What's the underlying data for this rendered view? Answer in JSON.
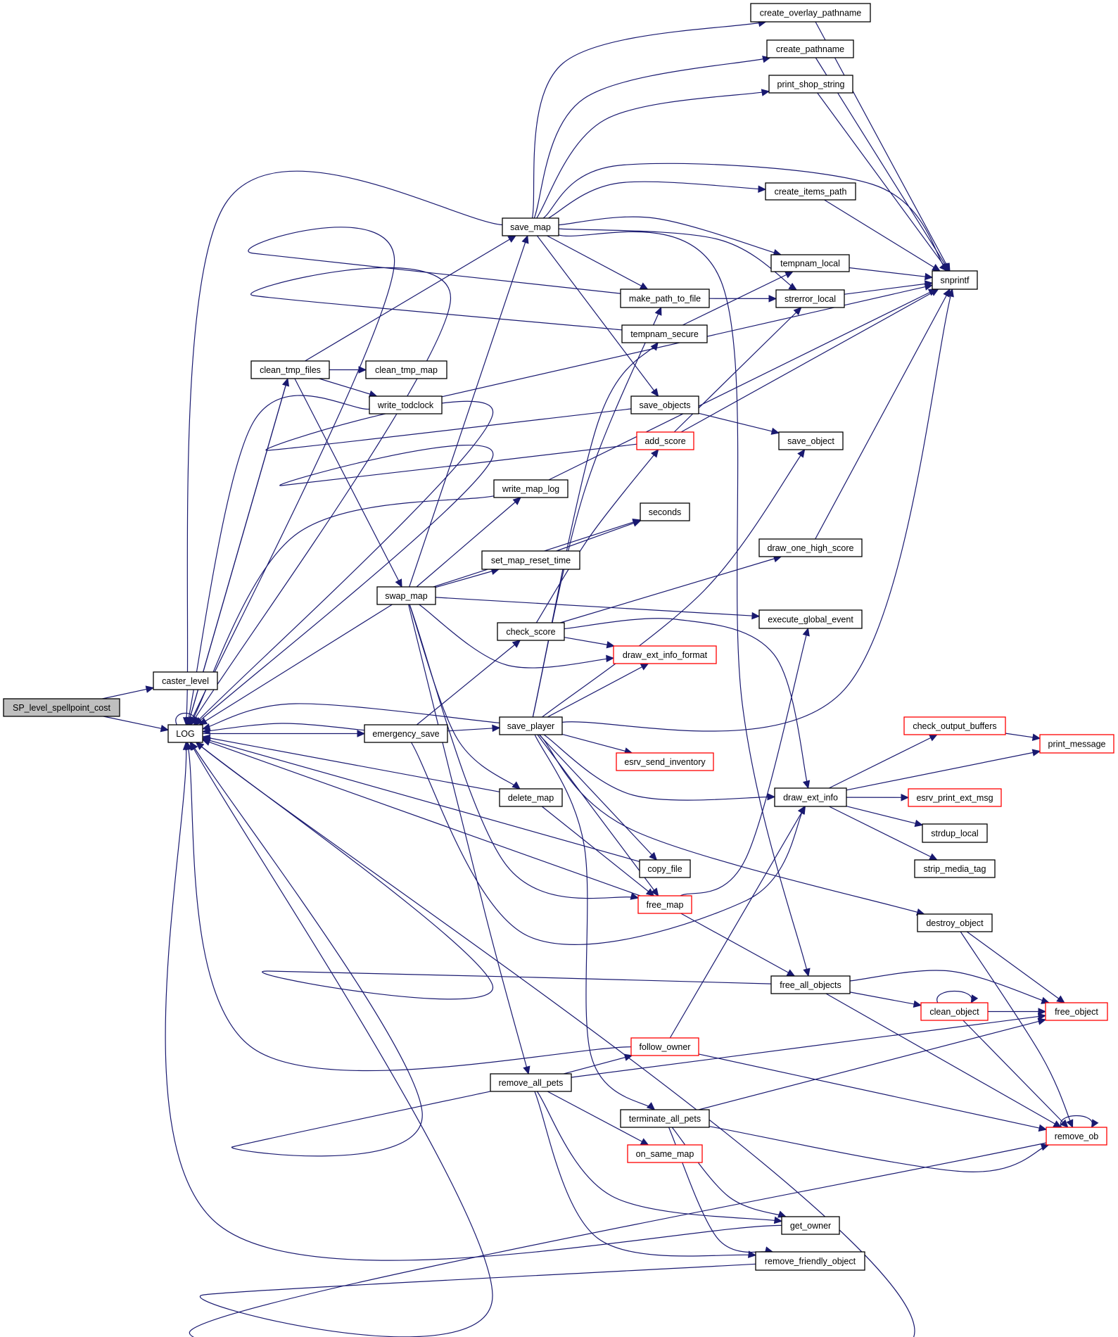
{
  "diagram": {
    "type": "call-graph",
    "root": "SP_level_spellpoint_cost",
    "colors": {
      "edge": "#191970",
      "truncated_border": "#ff0000",
      "normal_border": "#000000",
      "root_fill": "#bfbfbf"
    },
    "nodes": [
      {
        "id": "SP_level_spellpoint_cost",
        "label": "SP_level_spellpoint_cost",
        "style": "root"
      },
      {
        "id": "caster_level",
        "label": "caster_level",
        "style": "normal"
      },
      {
        "id": "LOG",
        "label": "LOG",
        "style": "normal"
      },
      {
        "id": "save_map",
        "label": "save_map",
        "style": "normal"
      },
      {
        "id": "clean_tmp_files",
        "label": "clean_tmp_files",
        "style": "normal"
      },
      {
        "id": "clean_tmp_map",
        "label": "clean_tmp_map",
        "style": "normal"
      },
      {
        "id": "write_todclock",
        "label": "write_todclock",
        "style": "normal"
      },
      {
        "id": "swap_map",
        "label": "swap_map",
        "style": "normal"
      },
      {
        "id": "emergency_save",
        "label": "emergency_save",
        "style": "normal"
      },
      {
        "id": "create_overlay_pathname",
        "label": "create_overlay_pathname",
        "style": "normal"
      },
      {
        "id": "create_pathname",
        "label": "create_pathname",
        "style": "normal"
      },
      {
        "id": "print_shop_string",
        "label": "print_shop_string",
        "style": "normal"
      },
      {
        "id": "create_items_path",
        "label": "create_items_path",
        "style": "normal"
      },
      {
        "id": "tempnam_local",
        "label": "tempnam_local",
        "style": "normal"
      },
      {
        "id": "strerror_local",
        "label": "strerror_local",
        "style": "normal"
      },
      {
        "id": "snprintf",
        "label": "snprintf",
        "style": "normal"
      },
      {
        "id": "make_path_to_file",
        "label": "make_path_to_file",
        "style": "normal"
      },
      {
        "id": "tempnam_secure",
        "label": "tempnam_secure",
        "style": "normal"
      },
      {
        "id": "save_objects",
        "label": "save_objects",
        "style": "normal"
      },
      {
        "id": "add_score",
        "label": "add_score",
        "style": "truncated"
      },
      {
        "id": "save_object",
        "label": "save_object",
        "style": "normal"
      },
      {
        "id": "write_map_log",
        "label": "write_map_log",
        "style": "normal"
      },
      {
        "id": "seconds",
        "label": "seconds",
        "style": "normal"
      },
      {
        "id": "set_map_reset_time",
        "label": "set_map_reset_time",
        "style": "normal"
      },
      {
        "id": "draw_one_high_score",
        "label": "draw_one_high_score",
        "style": "normal"
      },
      {
        "id": "execute_global_event",
        "label": "execute_global_event",
        "style": "normal"
      },
      {
        "id": "check_score",
        "label": "check_score",
        "style": "normal"
      },
      {
        "id": "draw_ext_info_format",
        "label": "draw_ext_info_format",
        "style": "truncated"
      },
      {
        "id": "save_player",
        "label": "save_player",
        "style": "normal"
      },
      {
        "id": "esrv_send_inventory",
        "label": "esrv_send_inventory",
        "style": "truncated"
      },
      {
        "id": "delete_map",
        "label": "delete_map",
        "style": "normal"
      },
      {
        "id": "check_output_buffers",
        "label": "check_output_buffers",
        "style": "truncated"
      },
      {
        "id": "print_message",
        "label": "print_message",
        "style": "truncated"
      },
      {
        "id": "draw_ext_info",
        "label": "draw_ext_info",
        "style": "normal"
      },
      {
        "id": "esrv_print_ext_msg",
        "label": "esrv_print_ext_msg",
        "style": "truncated"
      },
      {
        "id": "strdup_local",
        "label": "strdup_local",
        "style": "normal"
      },
      {
        "id": "strip_media_tag",
        "label": "strip_media_tag",
        "style": "normal"
      },
      {
        "id": "copy_file",
        "label": "copy_file",
        "style": "normal"
      },
      {
        "id": "free_map",
        "label": "free_map",
        "style": "truncated"
      },
      {
        "id": "destroy_object",
        "label": "destroy_object",
        "style": "normal"
      },
      {
        "id": "free_all_objects",
        "label": "free_all_objects",
        "style": "normal"
      },
      {
        "id": "clean_object",
        "label": "clean_object",
        "style": "truncated"
      },
      {
        "id": "free_object",
        "label": "free_object",
        "style": "truncated"
      },
      {
        "id": "follow_owner",
        "label": "follow_owner",
        "style": "truncated"
      },
      {
        "id": "remove_all_pets",
        "label": "remove_all_pets",
        "style": "normal"
      },
      {
        "id": "terminate_all_pets",
        "label": "terminate_all_pets",
        "style": "normal"
      },
      {
        "id": "remove_ob",
        "label": "remove_ob",
        "style": "truncated"
      },
      {
        "id": "on_same_map",
        "label": "on_same_map",
        "style": "truncated"
      },
      {
        "id": "get_owner",
        "label": "get_owner",
        "style": "normal"
      },
      {
        "id": "remove_friendly_object",
        "label": "remove_friendly_object",
        "style": "normal"
      }
    ],
    "edges": [
      [
        "SP_level_spellpoint_cost",
        "caster_level"
      ],
      [
        "SP_level_spellpoint_cost",
        "LOG"
      ],
      [
        "LOG",
        "LOG"
      ],
      [
        "LOG",
        "clean_tmp_files"
      ],
      [
        "LOG",
        "emergency_save"
      ],
      [
        "clean_tmp_files",
        "clean_tmp_map"
      ],
      [
        "clean_tmp_files",
        "write_todclock"
      ],
      [
        "clean_tmp_files",
        "save_map"
      ],
      [
        "clean_tmp_files",
        "swap_map"
      ],
      [
        "clean_tmp_files",
        "LOG"
      ],
      [
        "write_todclock",
        "snprintf"
      ],
      [
        "write_todclock",
        "LOG"
      ],
      [
        "save_map",
        "create_overlay_pathname"
      ],
      [
        "save_map",
        "create_pathname"
      ],
      [
        "save_map",
        "print_shop_string"
      ],
      [
        "save_map",
        "create_items_path"
      ],
      [
        "save_map",
        "snprintf"
      ],
      [
        "save_map",
        "tempnam_local"
      ],
      [
        "save_map",
        "strerror_local"
      ],
      [
        "save_map",
        "make_path_to_file"
      ],
      [
        "save_map",
        "save_objects"
      ],
      [
        "save_map",
        "free_all_objects"
      ],
      [
        "save_map",
        "LOG"
      ],
      [
        "create_overlay_pathname",
        "snprintf"
      ],
      [
        "create_pathname",
        "snprintf"
      ],
      [
        "print_shop_string",
        "snprintf"
      ],
      [
        "create_items_path",
        "snprintf"
      ],
      [
        "tempnam_local",
        "snprintf"
      ],
      [
        "strerror_local",
        "snprintf"
      ],
      [
        "make_path_to_file",
        "strerror_local"
      ],
      [
        "make_path_to_file",
        "LOG"
      ],
      [
        "tempnam_secure",
        "tempnam_local"
      ],
      [
        "tempnam_secure",
        "LOG"
      ],
      [
        "save_objects",
        "save_object"
      ],
      [
        "save_objects",
        "LOG"
      ],
      [
        "add_score",
        "snprintf"
      ],
      [
        "add_score",
        "strerror_local"
      ],
      [
        "add_score",
        "LOG"
      ],
      [
        "write_map_log",
        "snprintf"
      ],
      [
        "write_map_log",
        "LOG"
      ],
      [
        "set_map_reset_time",
        "seconds"
      ],
      [
        "draw_one_high_score",
        "snprintf"
      ],
      [
        "swap_map",
        "save_map"
      ],
      [
        "swap_map",
        "write_map_log"
      ],
      [
        "swap_map",
        "seconds"
      ],
      [
        "swap_map",
        "set_map_reset_time"
      ],
      [
        "swap_map",
        "execute_global_event"
      ],
      [
        "swap_map",
        "draw_ext_info_format"
      ],
      [
        "swap_map",
        "delete_map"
      ],
      [
        "swap_map",
        "remove_all_pets"
      ],
      [
        "swap_map",
        "free_map"
      ],
      [
        "swap_map",
        "LOG"
      ],
      [
        "check_score",
        "add_score"
      ],
      [
        "check_score",
        "draw_one_high_score"
      ],
      [
        "check_score",
        "draw_ext_info_format"
      ],
      [
        "check_score",
        "draw_ext_info"
      ],
      [
        "emergency_save",
        "check_score"
      ],
      [
        "emergency_save",
        "save_player"
      ],
      [
        "emergency_save",
        "draw_ext_info"
      ],
      [
        "emergency_save",
        "LOG"
      ],
      [
        "save_player",
        "make_path_to_file"
      ],
      [
        "save_player",
        "tempnam_secure"
      ],
      [
        "save_player",
        "save_object"
      ],
      [
        "save_player",
        "snprintf"
      ],
      [
        "save_player",
        "draw_ext_info_format"
      ],
      [
        "save_player",
        "esrv_send_inventory"
      ],
      [
        "save_player",
        "draw_ext_info"
      ],
      [
        "save_player",
        "copy_file"
      ],
      [
        "save_player",
        "free_map"
      ],
      [
        "save_player",
        "destroy_object"
      ],
      [
        "save_player",
        "terminate_all_pets"
      ],
      [
        "save_player",
        "LOG"
      ],
      [
        "delete_map",
        "free_map"
      ],
      [
        "delete_map",
        "LOG"
      ],
      [
        "draw_ext_info",
        "check_output_buffers"
      ],
      [
        "draw_ext_info",
        "print_message"
      ],
      [
        "draw_ext_info",
        "esrv_print_ext_msg"
      ],
      [
        "draw_ext_info",
        "strdup_local"
      ],
      [
        "draw_ext_info",
        "strip_media_tag"
      ],
      [
        "check_output_buffers",
        "print_message"
      ],
      [
        "copy_file",
        "LOG"
      ],
      [
        "free_map",
        "execute_global_event"
      ],
      [
        "free_map",
        "free_all_objects"
      ],
      [
        "free_map",
        "LOG"
      ],
      [
        "destroy_object",
        "free_object"
      ],
      [
        "destroy_object",
        "remove_ob"
      ],
      [
        "free_all_objects",
        "clean_object"
      ],
      [
        "free_all_objects",
        "free_object"
      ],
      [
        "free_all_objects",
        "remove_ob"
      ],
      [
        "free_all_objects",
        "LOG"
      ],
      [
        "clean_object",
        "clean_object"
      ],
      [
        "clean_object",
        "free_object"
      ],
      [
        "clean_object",
        "remove_ob"
      ],
      [
        "follow_owner",
        "draw_ext_info"
      ],
      [
        "follow_owner",
        "remove_ob"
      ],
      [
        "follow_owner",
        "LOG"
      ],
      [
        "remove_all_pets",
        "follow_owner"
      ],
      [
        "remove_all_pets",
        "free_object"
      ],
      [
        "remove_all_pets",
        "on_same_map"
      ],
      [
        "remove_all_pets",
        "get_owner"
      ],
      [
        "remove_all_pets",
        "remove_friendly_object"
      ],
      [
        "remove_all_pets",
        "LOG"
      ],
      [
        "terminate_all_pets",
        "free_object"
      ],
      [
        "terminate_all_pets",
        "remove_ob"
      ],
      [
        "terminate_all_pets",
        "get_owner"
      ],
      [
        "terminate_all_pets",
        "remove_friendly_object"
      ],
      [
        "remove_ob",
        "remove_ob"
      ],
      [
        "remove_ob",
        "LOG"
      ],
      [
        "get_owner",
        "LOG"
      ],
      [
        "remove_friendly_object",
        "LOG"
      ]
    ]
  }
}
